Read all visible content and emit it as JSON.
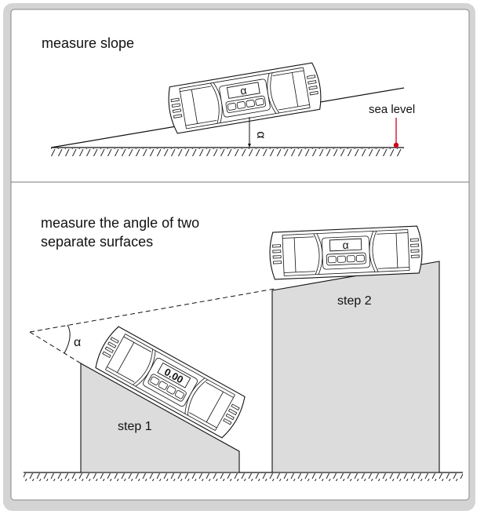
{
  "panel_top": {
    "title": "measure slope",
    "sea_level_label": "sea level",
    "angle_label": "α",
    "device_display": "α"
  },
  "panel_bottom": {
    "title_line1": "measure the angle of two",
    "title_line2": "separate surfaces",
    "angle_label": "α",
    "step1_label": "step 1",
    "step2_label": "step 2",
    "step1_display": "0.00",
    "step2_display": "α"
  },
  "colors": {
    "frame": "#d4d4d4",
    "block_fill": "#dcdcdc",
    "marker": "#d0021b"
  }
}
